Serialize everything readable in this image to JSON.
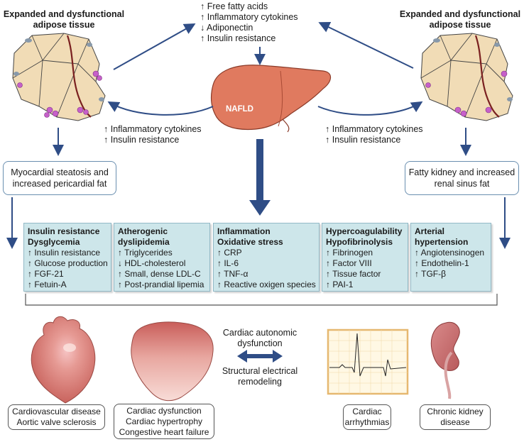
{
  "top_center": [
    "↑ Free fatty acids",
    "↑ Inflammatory cytokines",
    "↓ Adiponectin",
    "↑ Insulin resistance"
  ],
  "left_header": [
    "Expanded and dysfunctional",
    "adipose tissue"
  ],
  "right_header": [
    "Expanded and dysfunctional",
    "adipose tissue"
  ],
  "liver_label": "NAFLD",
  "left_mid": [
    "↑ Inflammatory cytokines",
    "↑ Insulin resistance"
  ],
  "right_mid": [
    "↑ Inflammatory cytokines",
    "↑ Insulin resistance"
  ],
  "left_box": [
    "Myocardial steatosis and",
    "increased pericardial fat"
  ],
  "right_box": [
    "Fatty kidney and increased",
    "renal sinus fat"
  ],
  "panels": [
    {
      "title": [
        "Insulin resistance",
        "Dysglycemia"
      ],
      "items": [
        "↑ Insulin resistance",
        "↑ Glucose production",
        "↑ FGF-21",
        "↑ Fetuin-A"
      ]
    },
    {
      "title": [
        "Atherogenic",
        "dyslipidemia"
      ],
      "items": [
        "↑ Triglycerides",
        "↓ HDL-cholesterol",
        "↑ Small, dense LDL-C",
        "↑ Post-prandial lipemia"
      ]
    },
    {
      "title": [
        "Inflammation",
        "Oxidative stress"
      ],
      "items": [
        "↑ CRP",
        "↑ IL-6",
        "↑ TNF-α",
        "↑ Reactive oxigen species"
      ]
    },
    {
      "title": [
        "Hypercoagulability",
        "Hypofibrinolysis"
      ],
      "items": [
        "↑ Fibrinogen",
        "↑ Factor VIII",
        "↑ Tissue factor",
        "↑ PAI-1"
      ]
    },
    {
      "title": [
        "Arterial",
        "hypertension"
      ],
      "items": [
        "↑ Angiotensinogen",
        "↑ Endothelin-1",
        "↑ TGF-β"
      ]
    }
  ],
  "center_bottom_top": [
    "Cardiac autonomic",
    "dysfunction"
  ],
  "center_bottom_bottom": [
    "Structural electrical",
    "remodeling"
  ],
  "outcomes": [
    [
      "Cardiovascular disease",
      "Aortic valve sclerosis"
    ],
    [
      "Cardiac dysfunction",
      "Cardiac hypertrophy",
      "Congestive heart failure"
    ],
    [
      "Cardiac",
      "arrhythmias"
    ],
    [
      "Chronic kidney",
      "disease"
    ]
  ],
  "colors": {
    "arrow": "#2f4d86",
    "panel_bg": "#cde6ea",
    "liver": "#e07a5f",
    "fat": "#f1dcb6",
    "accent_purple": "#b04fc0"
  }
}
